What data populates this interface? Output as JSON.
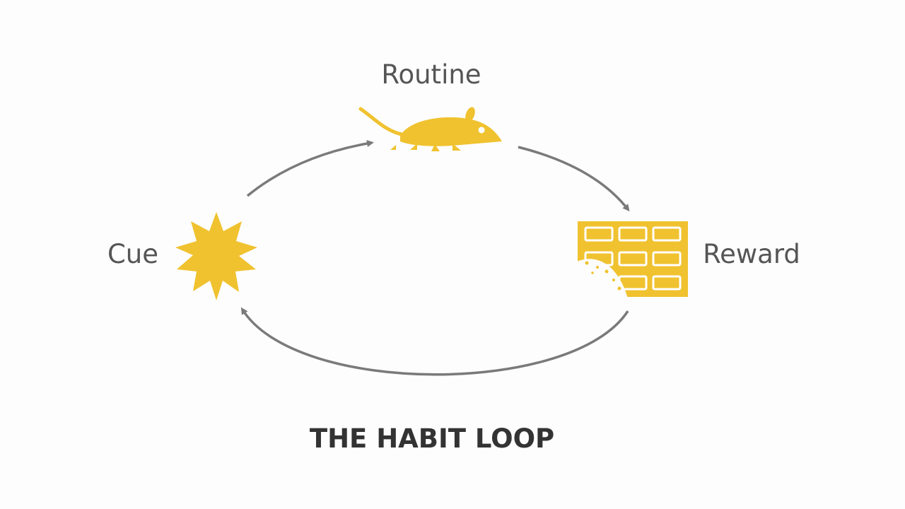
{
  "diagram": {
    "title": "THE HABIT LOOP",
    "nodes": {
      "routine": {
        "label": "Routine",
        "icon": "mouse-icon"
      },
      "reward": {
        "label": "Reward",
        "icon": "chocolate-bar-icon"
      },
      "cue": {
        "label": "Cue",
        "icon": "sun-burst-icon"
      }
    },
    "flow": [
      "Cue",
      "Routine",
      "Reward",
      "Cue"
    ],
    "colors": {
      "icon": "#f0c22f",
      "arrow": "#7a7a7a",
      "label": "#555555",
      "title": "#333333"
    }
  }
}
